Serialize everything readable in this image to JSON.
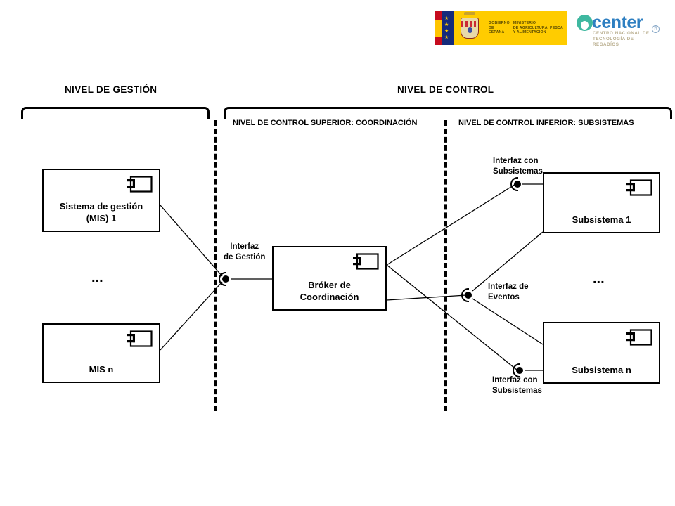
{
  "logos": {
    "gobierno": {
      "line1": "GOBIERNO",
      "line2": "DE ESPAÑA",
      "ministry_line1": "MINISTERIO",
      "ministry_line2": "DE AGRICULTURA, PESCA",
      "ministry_line3": "Y ALIMENTACIÓN",
      "background_color": "#FFCC00"
    },
    "center": {
      "wordmark": "center",
      "registered": "®",
      "subtitle_line1": "CENTRO NACIONAL DE",
      "subtitle_line2": "TECNOLOGÍA DE REGADÍOS",
      "mark_color": "#3FB8A0",
      "word_color": "#2E7FC1",
      "subtitle_color": "#B9AE8E"
    }
  },
  "levels": {
    "management": {
      "title": "NIVEL DE GESTIÓN"
    },
    "control": {
      "title": "NIVEL DE CONTROL",
      "upper_sublevel": "NIVEL DE CONTROL SUPERIOR:  COORDINACIÓN",
      "lower_sublevel": "NIVEL DE CONTROL INFERIOR: SUBSISTEMAS"
    }
  },
  "components": [
    {
      "id": "mis1",
      "label_line1": "Sistema de gestión",
      "label_line2": "(MIS) 1"
    },
    {
      "id": "misn",
      "label_line1": "MIS n",
      "label_line2": ""
    },
    {
      "id": "broker",
      "label_line1": "Bróker de",
      "label_line2": "Coordinación"
    },
    {
      "id": "sub1",
      "label_line1": "Subsistema 1",
      "label_line2": ""
    },
    {
      "id": "subn",
      "label_line1": "Subsistema n",
      "label_line2": ""
    }
  ],
  "interfaces": [
    {
      "id": "gestion",
      "label_line1": "Interfaz",
      "label_line2": "de Gestión"
    },
    {
      "id": "eventos",
      "label_line1": "Interfaz de",
      "label_line2": "Eventos"
    },
    {
      "id": "subsistemas_top",
      "label_line1": "Interfaz con",
      "label_line2": "Subsistemas"
    },
    {
      "id": "subsistemas_bottom",
      "label_line1": "Interfaz con",
      "label_line2": "Subsistemas"
    }
  ],
  "ellipsis": {
    "left": "...",
    "right": "..."
  },
  "colors": {
    "stroke": "#000000",
    "background": "#FFFFFF"
  }
}
